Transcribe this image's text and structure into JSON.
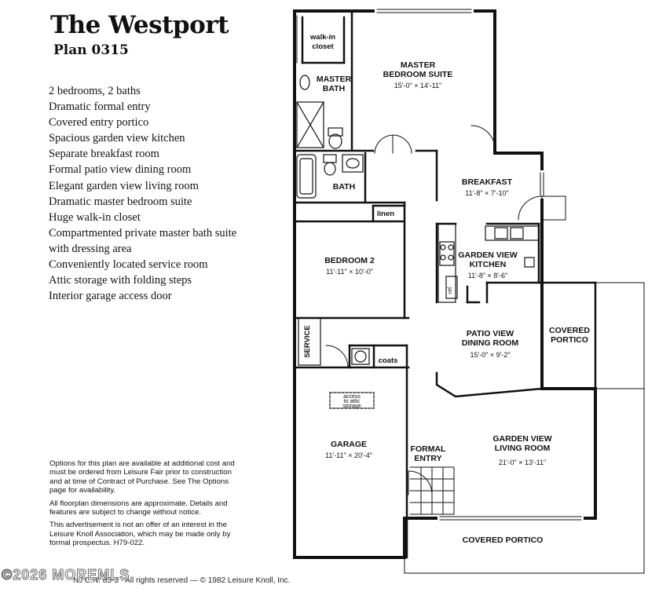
{
  "title": "The Westport",
  "plan": "Plan 0315",
  "features": [
    "2 bedrooms, 2 baths",
    "Dramatic formal entry",
    "Covered entry portico",
    "Spacious garden view kitchen",
    "Separate breakfast room",
    "Formal patio view dining room",
    "Elegant garden view living room",
    "Dramatic master bedroom suite",
    "Huge walk-in closet",
    "Compartmented private master bath suite with dressing area",
    "Conveniently located service room",
    "Attic storage with folding steps",
    "Interior garage access door"
  ],
  "notes": [
    "Options for this plan are available at additional cost and must be ordered from Leisure Fair prior to construction and at time of Contract of Purchase. See The Options page for availability.",
    "All floorplan dimensions are approximate. Details and features are subject to change without notice.",
    "This advertisement is not an offer of an interest in the Leisure Knoll Association, which may be made only by formal prospectus. H79-022."
  ],
  "footer": "NJ C.N. 85-3 · All rights reserved — © 1982 Leisure Knoll, Inc.",
  "watermark": "©2026 MOREMLS",
  "rooms": {
    "walkin_line1": "walk-in",
    "walkin_line2": "closet",
    "master_line1": "MASTER",
    "master_line2": "BEDROOM SUITE",
    "master_dim": "15'-0\" × 14'-11\"",
    "masterbath_line1": "MASTER",
    "masterbath_line2": "BATH",
    "bath": "BATH",
    "linen": "linen",
    "breakfast": "BREAKFAST",
    "breakfast_dim": "11'-8\" × 7'-10\"",
    "bedroom2": "BEDROOM 2",
    "bedroom2_dim": "11'-11\" × 10'-0\"",
    "kitchen_line1": "GARDEN VIEW",
    "kitchen_line2": "KITCHEN",
    "kitchen_dim": "11'-8\" × 8'-6\"",
    "ref": "ref.",
    "service": "SERVICE",
    "coats": "coats",
    "dining_line1": "PATIO VIEW",
    "dining_line2": "DINING ROOM",
    "dining_dim": "15'-0\" × 9'-2\"",
    "portico_side_line1": "COVERED",
    "portico_side_line2": "PORTICO",
    "attic_line1": "access",
    "attic_line2": "to attic",
    "attic_line3": "storage",
    "garage": "GARAGE",
    "garage_dim": "11'-11\" × 20'-4\"",
    "entry_line1": "FORMAL",
    "entry_line2": "ENTRY",
    "living_line1": "GARDEN VIEW",
    "living_line2": "LIVING ROOM",
    "living_dim": "21'-0\" × 13'-11\"",
    "portico_front": "COVERED PORTICO"
  }
}
